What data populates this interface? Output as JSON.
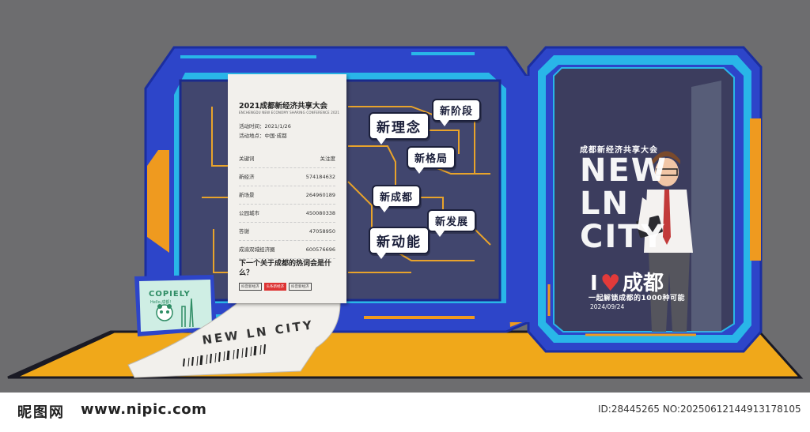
{
  "colors": {
    "background": "#6d6d6f",
    "floor": "#f0a81a",
    "frame_blue": "#2d45c9",
    "frame_cyan": "#29b6e8",
    "frame_orange": "#ef9a1f",
    "screen_dark": "#41466e",
    "poster_dark": "#3c3d5e",
    "route_orange": "#e8a32b",
    "heart": "#e23a3a"
  },
  "bubbles": {
    "new_concept": "新理念",
    "new_stage": "新阶段",
    "new_pattern": "新格局",
    "new_chengdu": "新成都",
    "new_development": "新发展",
    "new_momentum": "新动能"
  },
  "receipt": {
    "title": "2021成都新经济共享大会",
    "subtitle": "ENCHENGDU NEW ECONOMY SHARING CONFERENCE 2021",
    "time": "活动时间：2021/1/26",
    "place": "活动地点：中国·成都",
    "header": {
      "keyword": "关键词",
      "attention": "关注度"
    },
    "rows": [
      {
        "k": "新经济",
        "v": "574184632"
      },
      {
        "k": "新场景",
        "v": "264960189"
      },
      {
        "k": "公园城市",
        "v": "450080338"
      },
      {
        "k": "答谢",
        "v": "47058950"
      },
      {
        "k": "成渝双城经济圈",
        "v": "600576696"
      }
    ],
    "question": "下一个关于成都的热词会是什么？",
    "tags": [
      "抖音新经济",
      "头条新经济",
      "抖音新经济"
    ]
  },
  "slip_watermark": "NEW LN CITY",
  "poster": {
    "title": "成都新经济共享大会",
    "big_text": "NEW LN CITY",
    "love_i": "I",
    "love_heart": "♥",
    "love_city": "成都",
    "sub": "一起解锁成都的1000种可能",
    "date": "2024/09/24"
  },
  "panda_card": {
    "text": "COPIELY",
    "sub": "Hello,成都!"
  },
  "footer": {
    "logo": "昵图网",
    "url": "www.nipic.com",
    "photo_id": "ID:28445265 NO:20250612144913178105"
  },
  "icons": [
    "panda-icon",
    "businessman-figure",
    "heart-icon",
    "barcode-icon",
    "ipad-icon"
  ]
}
